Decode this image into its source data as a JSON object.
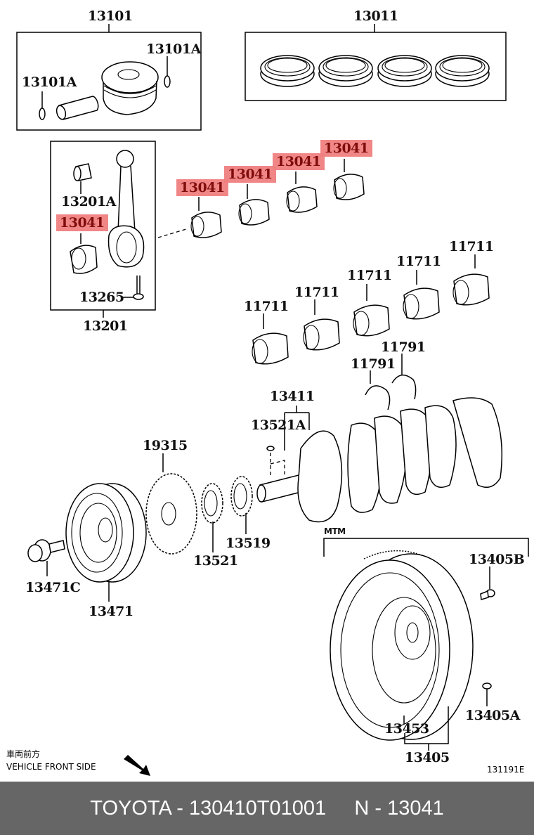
{
  "diagram": {
    "title": "Crankshaft & Piston parts diagram",
    "highlight_color": "#f08080",
    "highlight_text_color": "#7a0000",
    "labels": {
      "piston_set": "13101",
      "piston_ring_set": "13011",
      "piston_snap_ring_right": "13101A",
      "piston_snap_ring_left": "13101A",
      "bushing": "13201A",
      "conrod_bearing_inbox": "13041",
      "conrod_bolt": "13265",
      "conrod_assy": "13201",
      "conrod_bearing_1": "13041",
      "conrod_bearing_2": "13041",
      "conrod_bearing_3": "13041",
      "conrod_bearing_4": "13041",
      "main_bearing_1": "11711",
      "main_bearing_2": "11711",
      "main_bearing_3": "11711",
      "main_bearing_4": "11711",
      "main_bearing_5": "11711",
      "thrust_washer_1": "11791",
      "thrust_washer_2": "11791",
      "crankshaft": "13411",
      "crank_key": "13521A",
      "timing_rotor": "19315",
      "crank_sprocket": "13521",
      "crank_gear": "13519",
      "pulley_bolt": "13471C",
      "crank_pulley": "13471",
      "variant_tag": "MTM",
      "flywheel_bolt": "13405B",
      "flywheel_pin": "13405A",
      "ring_gear": "13453",
      "flywheel": "13405"
    },
    "highlighted_part": "13041",
    "front_side_jp": "車両前方",
    "front_side_en": "VEHICLE FRONT SIDE",
    "diagram_code": "131191E"
  },
  "footer": {
    "text": "TOYOTA - 130410T01001     N - 13041"
  }
}
